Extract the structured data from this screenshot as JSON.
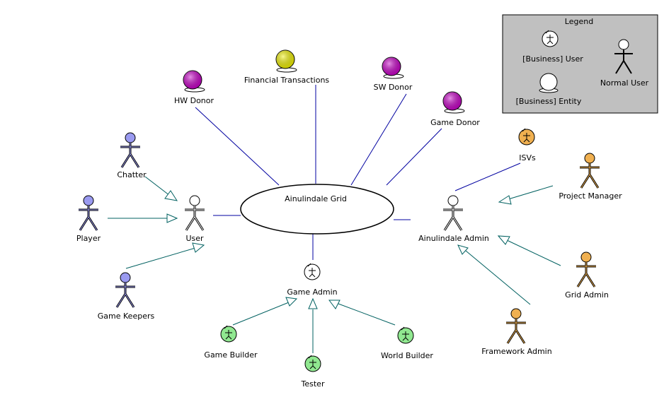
{
  "legend": {
    "title": "Legend",
    "business_user": "[Business] User",
    "business_entity": "[Business] Entity",
    "normal_user": "Normal User"
  },
  "center": {
    "label": "Ainulindale Grid"
  },
  "entities": {
    "financial": {
      "label": "Financial Transactions",
      "color": "#f2f200"
    },
    "hw_donor": {
      "label": "HW Donor",
      "color": "#c800c8"
    },
    "sw_donor": {
      "label": "SW Donor",
      "color": "#c800c8"
    },
    "game_donor": {
      "label": "Game Donor",
      "color": "#c800c8"
    }
  },
  "actors": {
    "chatter": {
      "label": "Chatter",
      "color": "#9a9af0"
    },
    "player": {
      "label": "Player",
      "color": "#9a9af0"
    },
    "user": {
      "label": "User",
      "color": "#ffffff"
    },
    "game_keepers": {
      "label": "Game Keepers",
      "color": "#9a9af0"
    },
    "isvs": {
      "label": "ISVs",
      "color": "#f0b050"
    },
    "ainulindale_admin": {
      "label": "Ainulindale Admin",
      "color": "#ffffff"
    },
    "project_manager": {
      "label": "Project Manager",
      "color": "#f0b050"
    },
    "grid_admin": {
      "label": "Grid Admin",
      "color": "#f0b050"
    },
    "framework_admin": {
      "label": "Framework Admin",
      "color": "#f0b050"
    },
    "game_admin": {
      "label": "Game Admin",
      "color": "#ffffff"
    },
    "game_builder": {
      "label": "Game Builder",
      "color": "#90e890"
    },
    "tester": {
      "label": "Tester",
      "color": "#90e890"
    },
    "world_builder": {
      "label": "World Builder",
      "color": "#90e890"
    }
  },
  "colors": {
    "association": "#0000a0",
    "generalization": "#006060",
    "legend_bg": "#c0c0c0"
  }
}
